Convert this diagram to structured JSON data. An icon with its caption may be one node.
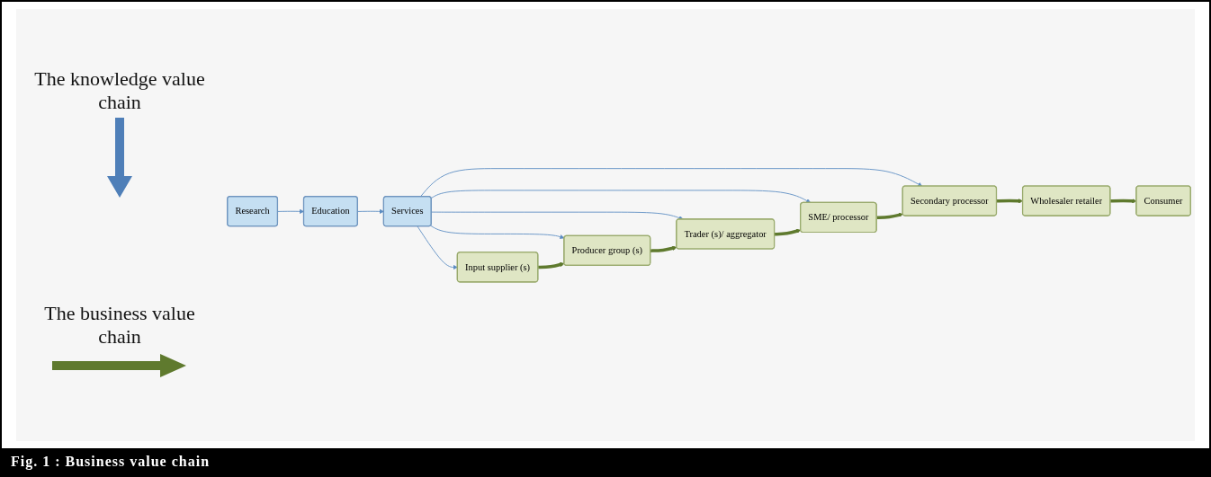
{
  "diagram": {
    "caption": "Fig. 1 : Business value chain",
    "nodes": [
      {
        "text": [
          "Research"
        ]
      },
      {
        "text": [
          "Education"
        ]
      },
      {
        "text": [
          "Services"
        ]
      },
      {
        "text": [
          "Input supplier (s)"
        ]
      },
      {
        "text": [
          "Producer group (s)"
        ]
      },
      {
        "text": [
          "Trader (s)/ aggregator"
        ]
      },
      {
        "text": [
          "SME/ processor"
        ]
      },
      {
        "text": [
          "Secondary processor"
        ]
      },
      {
        "text": [
          "Wholesaler retailer"
        ]
      },
      {
        "text": [
          "Consumer"
        ]
      }
    ],
    "edges": [
      {
        "from": 0,
        "to": 1,
        "arrow": "to"
      },
      {
        "from": 1,
        "to": 2,
        "arrow": "to"
      },
      {
        "from": 2,
        "to": 3,
        "arrow": "to"
      },
      {
        "from": 2,
        "to": 4,
        "arrow": "to"
      },
      {
        "from": 2,
        "to": 5,
        "arrow": "to"
      },
      {
        "from": 2,
        "to": 6,
        "arrow": "to"
      },
      {
        "from": 2,
        "to": 7,
        "arrow": "to"
      },
      {
        "from": 3,
        "to": 4,
        "arrow": "to",
        "style": "thick",
        "color": "#5f7a2e"
      },
      {
        "from": 4,
        "to": 5,
        "arrow": "to",
        "style": "thick",
        "color": "#5f7a2e"
      },
      {
        "from": 5,
        "to": 6,
        "arrow": "to",
        "style": "thick",
        "color": "#5f7a2e"
      },
      {
        "from": 6,
        "to": 7,
        "arrow": "to",
        "style": "thick",
        "color": "#5f7a2e"
      },
      {
        "from": 7,
        "to": 8,
        "arrow": "to",
        "style": "thick",
        "color": "#5f7a2e"
      },
      {
        "from": 8,
        "to": 9,
        "arrow": "to",
        "style": "thick",
        "color": "#5f7a2e"
      }
    ],
    "labels": [
      "The knowledge value chain",
      "The business value chain"
    ]
  }
}
